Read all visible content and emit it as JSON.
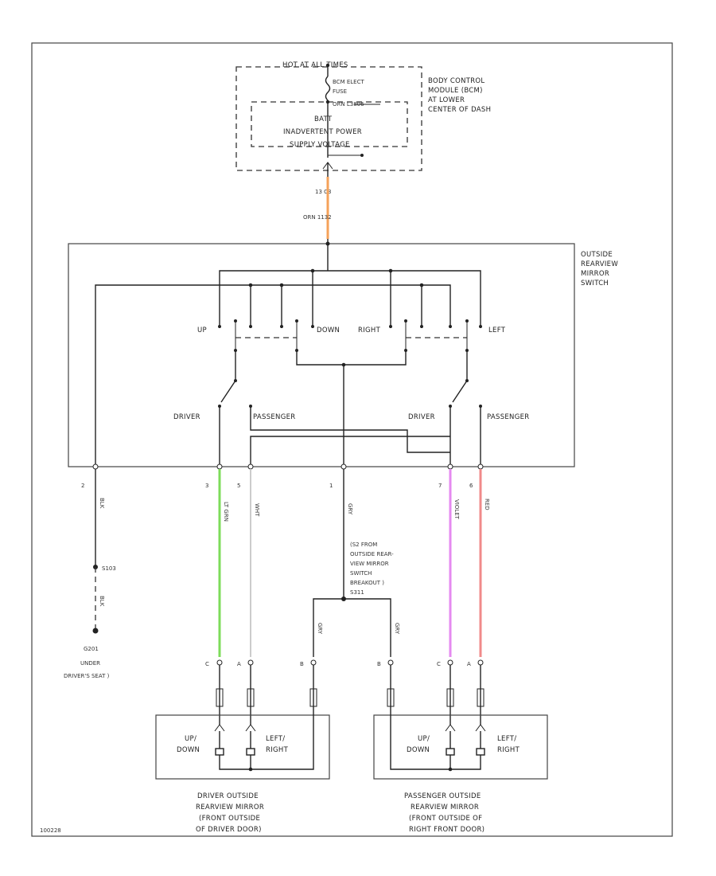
{
  "frame_id": "100228",
  "bcm": {
    "fuse_header": "HOT AT ALL TIMES",
    "fuse_name": "BCM ELECT",
    "fuse_word": "FUSE",
    "wire_pair": "ORN  L3806",
    "inner_1": "BATT",
    "inner_2": "INADVERTENT POWER",
    "inner_3": "SUPPLY VOLTAGE",
    "location": [
      "BODY CONTROL",
      "MODULE (BCM)",
      "AT LOWER",
      "CENTER OF DASH"
    ],
    "connector": "13  C3",
    "wire": "ORN  1132"
  },
  "switch": {
    "name": [
      "OUTSIDE",
      "REARVIEW",
      "MIRROR",
      "SWITCH"
    ],
    "up": "UP",
    "down": "DOWN",
    "right": "RIGHT",
    "left": "LEFT",
    "driver": "DRIVER",
    "passenger": "PASSENGER"
  },
  "pins": [
    "2",
    "3",
    "5",
    "1",
    "7",
    "6"
  ],
  "wires": [
    "BLK",
    "LT GRN",
    "WHT",
    "GRY",
    "VIOLET",
    "RED"
  ],
  "ground": {
    "splice": "S103",
    "wire": "BLK",
    "name": "G201",
    "loc_1": "UNDER",
    "loc_2": "DRIVER'S SEAT )"
  },
  "splice_note": [
    "(S2 FROM",
    "OUTSIDE REAR-",
    "VIEW MIRROR",
    "SWITCH",
    "BREAKOUT )",
    "S311"
  ],
  "mirror_wires": {
    "left_gry": "GRY",
    "right_gry": "GRY"
  },
  "driver_pins": [
    "C",
    "A",
    "B"
  ],
  "passenger_pins": [
    "B",
    "C",
    "A"
  ],
  "driver_mirror": {
    "updown_1": "UP/",
    "updown_2": "DOWN",
    "lr_1": "LEFT/",
    "lr_2": "RIGHT",
    "title": [
      "DRIVER OUTSIDE",
      "REARVIEW MIRROR",
      "(FRONT OUTSIDE",
      "OF DRIVER DOOR)"
    ]
  },
  "passenger_mirror": {
    "updown_1": "UP/",
    "updown_2": "DOWN",
    "lr_1": "LEFT/",
    "lr_2": "RIGHT",
    "title": [
      "PASSENGER OUTSIDE",
      "REARVIEW MIRROR",
      "(FRONT OUTSIDE OF",
      "RIGHT FRONT DOOR)"
    ]
  },
  "colors": {
    "orange": "#f5a25a",
    "green": "#7ddc5a",
    "violet": "#e58af0",
    "red": "#f08a8a",
    "white_wire": "#cccccc"
  }
}
